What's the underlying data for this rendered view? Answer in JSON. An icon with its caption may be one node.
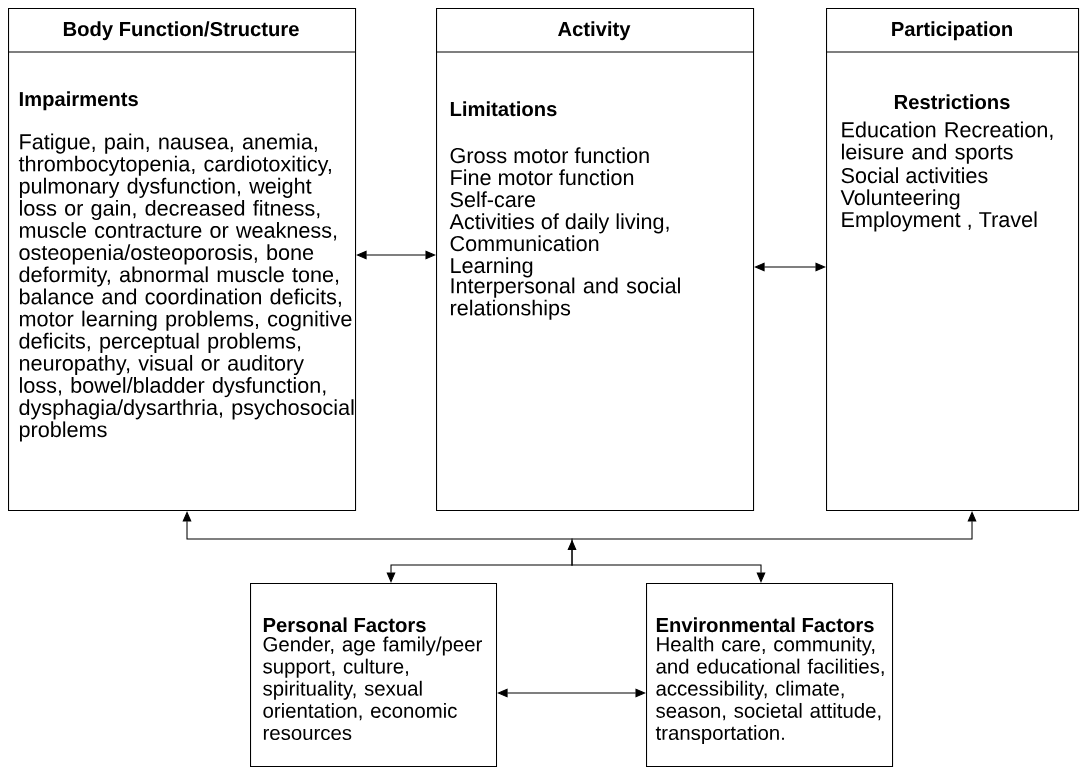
{
  "diagram": {
    "nodes": [
      {
        "text": [
          "Body Function/Structure",
          "Impairments",
          "Fatigue, pain, nausea, anemia, thrombocytopenia, cardiotoxiticy, pulmonary dysfunction, weight loss or gain, decreased fitness, muscle contracture or weakness, osteopenia/osteoporosis, bone deformity, abnormal muscle tone, balance and coordination deficits, motor learning problems, cognitive deficits, perceptual problems, neuropathy, visual or auditory loss, bowel/bladder dysfunction, dysphagia/dysarthria, psychosocial problems"
        ]
      },
      {
        "text": [
          "Activity",
          "Limitations",
          "Gross motor function",
          "Fine motor function",
          "Self-care",
          "Activities of daily living,",
          "Communication",
          "Learning",
          "Interpersonal and social relationships"
        ]
      },
      {
        "text": [
          "Participation",
          "Restrictions",
          "Education Recreation, leisure and sports",
          "Social activities",
          "Volunteering",
          "Employment , Travel"
        ]
      },
      {
        "text": [
          "Personal Factors",
          "Gender, age family/peer support, culture, spirituality, sexual orientation, economic resources"
        ]
      },
      {
        "text": [
          "Environmental Factors",
          "Health care, community, and educational facilities, accessibility, climate, season, societal attitude, transportation."
        ]
      }
    ],
    "edges": [
      {
        "from": 0,
        "to": 1,
        "arrow": "both"
      },
      {
        "from": 1,
        "to": 2,
        "arrow": "both"
      },
      {
        "from": 3,
        "to": 0,
        "arrow": "both"
      },
      {
        "from": 3,
        "to": 2,
        "arrow": "both"
      },
      {
        "from": 4,
        "to": 0,
        "arrow": "both"
      },
      {
        "from": 4,
        "to": 2,
        "arrow": "both"
      },
      {
        "from": 3,
        "to": 4,
        "arrow": "both"
      }
    ]
  }
}
